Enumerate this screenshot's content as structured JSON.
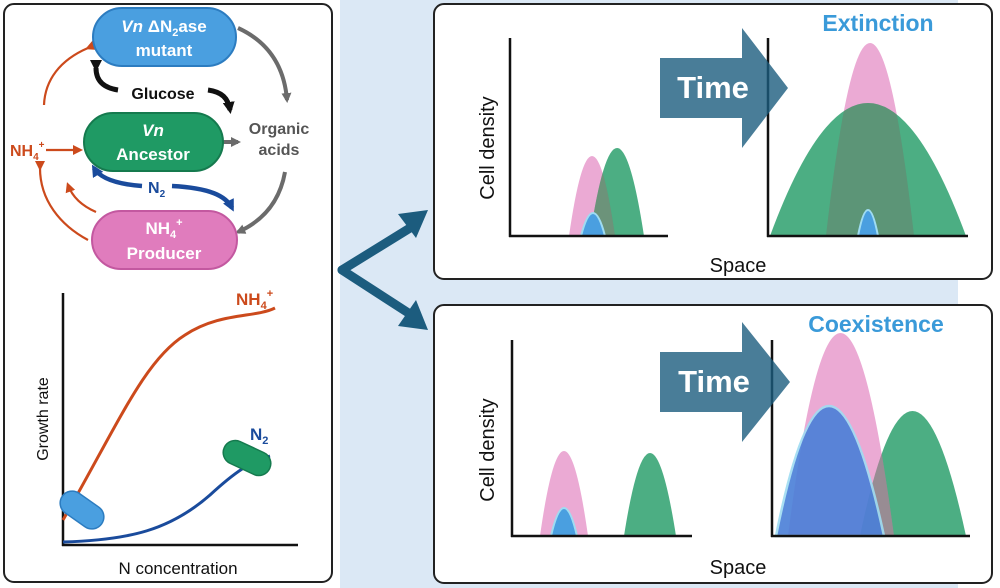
{
  "left": {
    "mutant": {
      "vn": "Vn",
      "delta": " ΔN",
      "sub": "2",
      "ase": "ase",
      "line2": "mutant"
    },
    "ancestor": {
      "vn": "Vn",
      "line2": "Ancestor"
    },
    "producer": {
      "nh": "NH",
      "sub": "4",
      "sup": "+",
      "line2": "Producer"
    },
    "glucose": "Glucose",
    "organic1": "Organic",
    "organic2": "acids",
    "nh4_left": {
      "nh": "NH",
      "sub": "4",
      "sup": "+"
    },
    "n2_center": {
      "n": "N",
      "sub": "2"
    }
  },
  "growth": {
    "ylabel": "Growth rate",
    "xlabel": "N concentration",
    "nh4_label": {
      "nh": "NH",
      "sub": "4",
      "sup": "+"
    },
    "n2_label": {
      "n": "N",
      "sub": "2"
    }
  },
  "panels": {
    "extinction": {
      "title": "Extinction",
      "time": "Time",
      "ylabel": "Cell density",
      "xlabel": "Space"
    },
    "coexistence": {
      "title": "Coexistence",
      "time": "Time",
      "ylabel": "Cell density",
      "xlabel": "Space"
    }
  },
  "colors": {
    "mutant": "#4a9fe0",
    "ancestor": "#1f9a64",
    "producer": "#e07cbd",
    "orange": "#cc4a1c",
    "blue": "#1a4b9c",
    "gray": "#6b6b6b",
    "title": "#3a9ad9",
    "arrow": "#1c5c7e"
  }
}
